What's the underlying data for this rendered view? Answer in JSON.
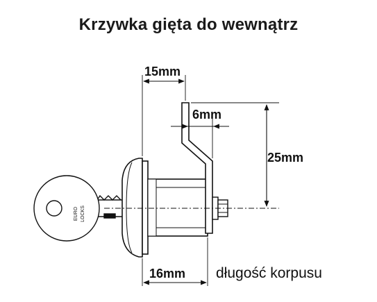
{
  "title": "Krzywka gięta do wewnątrz",
  "dimensions": {
    "cam_offset": "15mm",
    "cam_thickness": "6mm",
    "cam_height": "25mm",
    "body_length": "16mm"
  },
  "body_length_label": "długość korpusu",
  "key_brand": [
    "EURO",
    "LOCKS"
  ],
  "colors": {
    "line": "#111111",
    "fill": "#ffffff"
  }
}
